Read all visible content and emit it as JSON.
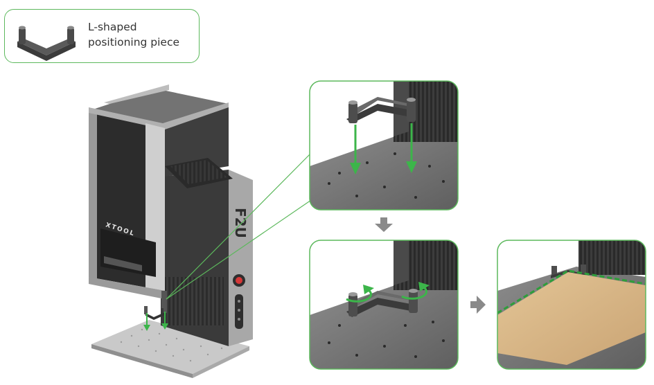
{
  "legend": {
    "line1": "L-shaped",
    "line2": "positioning piece"
  },
  "device": {
    "brand": "XTOOL",
    "model": "F2U"
  },
  "colors": {
    "accent_green": "#3cb54a",
    "frame_border": "#5cb85c",
    "flow_arrow": "#8a8a8a",
    "dashed_outline": "#2e9e3a",
    "wood": "#d9b98a"
  },
  "icons": [
    "l-shaped-piece-icon",
    "down-arrow-icon",
    "right-arrow-icon",
    "rotate-arrow-icon"
  ]
}
